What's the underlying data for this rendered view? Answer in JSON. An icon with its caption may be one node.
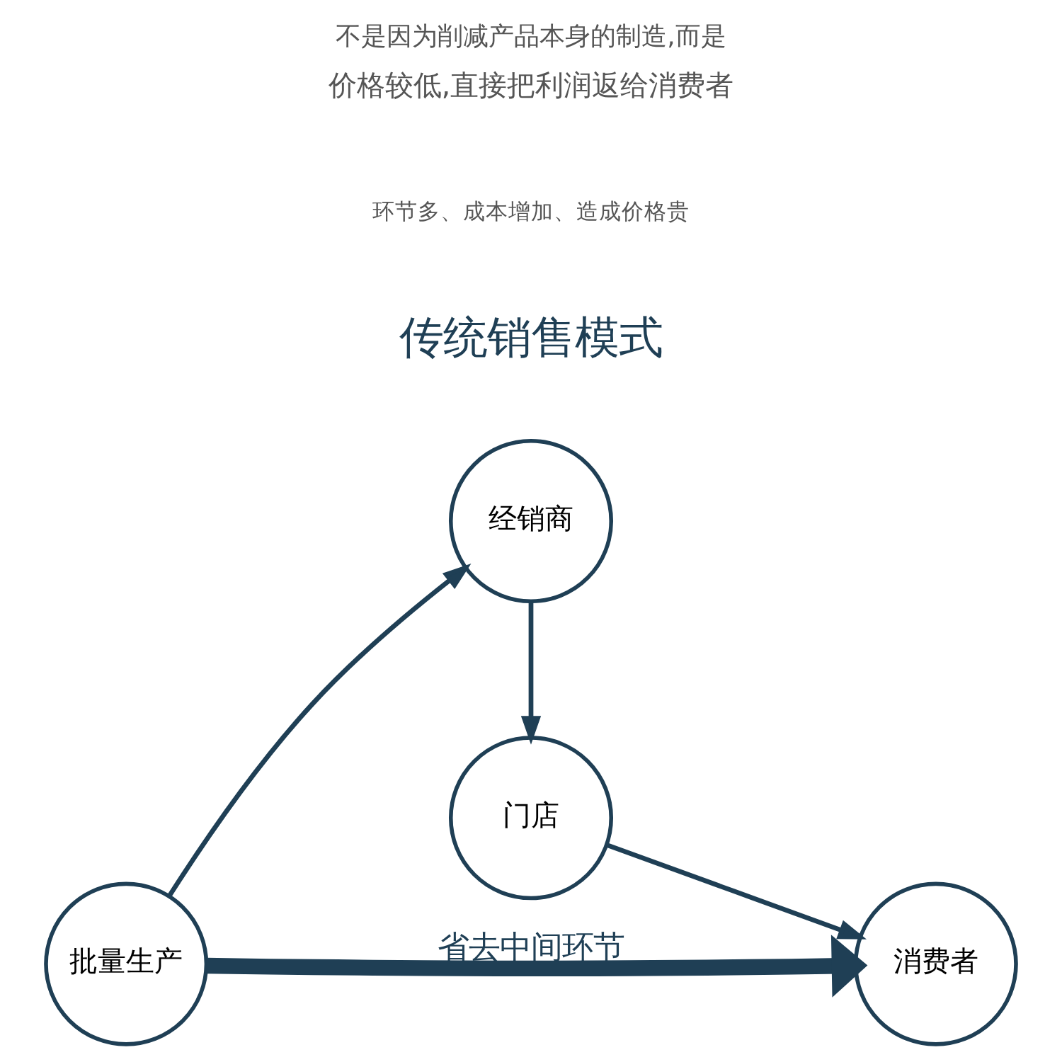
{
  "diagram": {
    "title": "不是因为削减产品本身的制造,而是",
    "nodes": [
      {
        "text": [
          "批量生产"
        ]
      },
      {
        "text": [
          "经销商"
        ]
      },
      {
        "text": [
          "门店"
        ]
      },
      {
        "text": [
          "消费者"
        ]
      }
    ],
    "edges": [
      {
        "from": 0,
        "to": 1,
        "arrow": "to"
      },
      {
        "from": 1,
        "to": 2,
        "arrow": "to"
      },
      {
        "from": 2,
        "to": 3,
        "arrow": "to"
      },
      {
        "from": 0,
        "to": 3,
        "arrow": "to",
        "label": "省去中间环节",
        "style": "thick"
      }
    ],
    "labels": [
      "传统销售模式",
      "环节多、成本增加、造成价格贵",
      "价格较低,直接把利润返给消费者"
    ]
  }
}
